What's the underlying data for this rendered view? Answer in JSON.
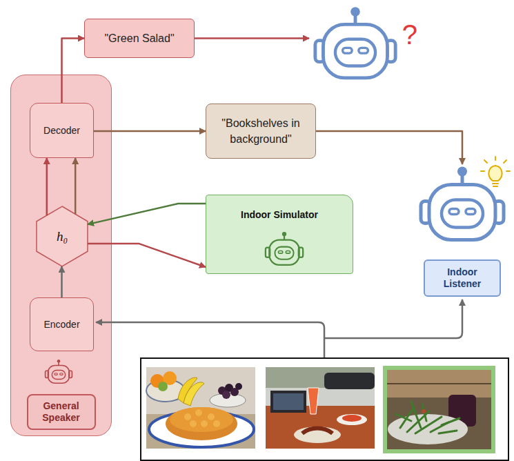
{
  "diagram": {
    "nodes": [
      {
        "text": [
          "General Speaker"
        ]
      },
      {
        "text": [
          "Decoder"
        ],
        "in": 0
      },
      {
        "text": [
          "h₀"
        ],
        "in": 0
      },
      {
        "text": [
          "Encoder"
        ],
        "in": 0
      },
      {
        "text": [
          "\"Green Salad\""
        ]
      },
      {
        "text": [
          "?"
        ]
      },
      {
        "text": [
          "\"Bookshelves in background\""
        ]
      },
      {
        "text": [
          "Indoor Simulator"
        ]
      },
      {
        "text": [
          "Indoor Listener"
        ]
      }
    ],
    "edges": [
      {
        "from": 2,
        "to": 1,
        "arrow": "to"
      },
      {
        "from": 2,
        "to": 1,
        "arrow": "to"
      },
      {
        "from": 3,
        "to": 2,
        "arrow": "to"
      },
      {
        "from": 1,
        "to": 4,
        "arrow": "to"
      },
      {
        "from": 4,
        "to": 5,
        "arrow": "to"
      },
      {
        "from": 1,
        "to": 6,
        "arrow": "to"
      },
      {
        "from": 6,
        "to": 8,
        "arrow": "to"
      },
      {
        "from": 7,
        "to": 2,
        "arrow": "to"
      },
      {
        "from": 2,
        "to": 7,
        "arrow": "to"
      }
    ]
  }
}
